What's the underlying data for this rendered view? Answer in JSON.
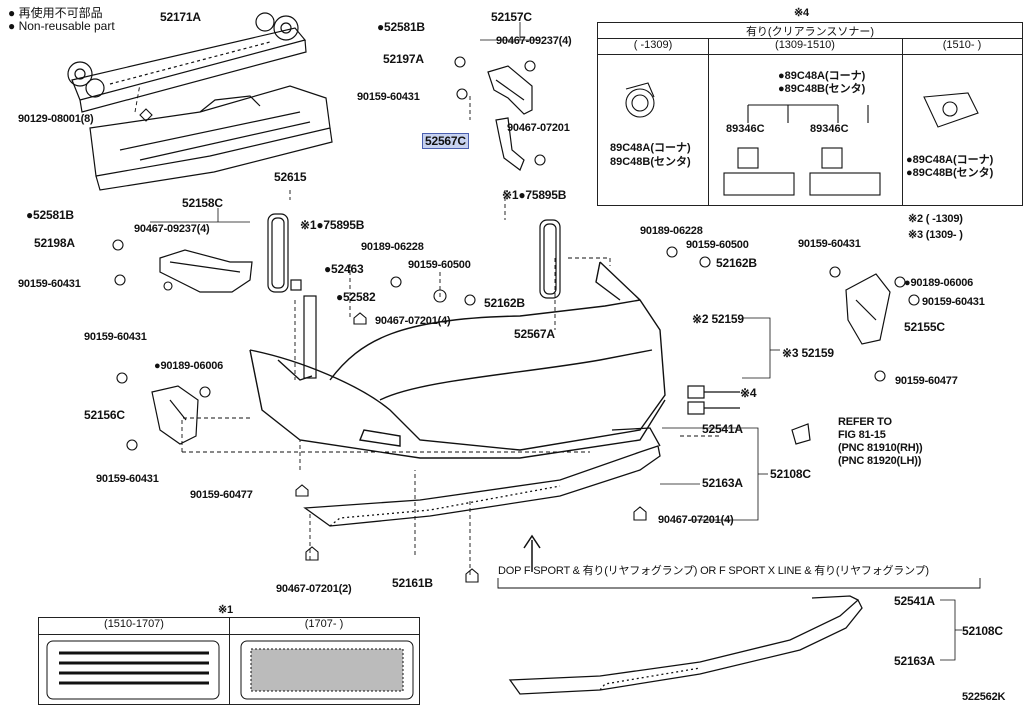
{
  "legend": {
    "non_reusable_jp": "再使用不可部品",
    "non_reusable_en": "Non-reusable part",
    "dot": "●"
  },
  "labels": {
    "p52171A": "52171A",
    "p90129": "90129-08001(8)",
    "p52615": "52615",
    "p52581B_top": "●52581B",
    "p52197A": "52197A",
    "p90159_a": "90159-60431",
    "p52157C": "52157C",
    "p90467_09237_top": "90467-09237(4)",
    "p52567C": "52567C",
    "p90467_07201_top": "90467-07201",
    "p75895B_top": "※1●75895B",
    "p52581B_left": "●52581B",
    "p52198A": "52198A",
    "p90159_b": "90159-60431",
    "p52158C": "52158C",
    "p90467_09237_left": "90467-09237(4)",
    "p75895B_mid": "※1●75895B",
    "p52463": "●52463",
    "p52582": "●52582",
    "p90189_mid": "90189-06228",
    "p90159_60500_mid": "90159-60500",
    "p52162B_mid": "52162B",
    "p90467_07201_mid": "90467-07201(4)",
    "p52567A": "52567A",
    "p90189_right": "90189-06228",
    "p90159_60500_right": "90159-60500",
    "p52162B_right": "52162B",
    "p52159_2": "※2 52159",
    "p52159_3": "※3 52159",
    "p4": "※4",
    "p90159_c": "90159-60431",
    "p90189_06006_right": "●90189-06006",
    "p90159_d": "90159-60431",
    "p52155C": "52155C",
    "p90159_60477_right": "90159-60477",
    "p90159_e": "90159-60431",
    "p90189_06006_left": "●90189-06006",
    "p52156C": "52156C",
    "p90159_f": "90159-60431",
    "p90159_60477_left": "90159-60477",
    "p90467_07201_bottom": "90467-07201(2)",
    "p52161B": "52161B",
    "p52541A": "52541A",
    "p52163A": "52163A",
    "p52108C": "52108C",
    "p90467_07201_4_bottom": "90467-07201(4)",
    "refer1": "REFER TO",
    "refer2": "FIG 81-15",
    "refer3": "(PNC 81910(RH))",
    "refer4": "(PNC 81920(LH))",
    "p52541A_b": "52541A",
    "p52108C_b": "52108C",
    "p52163A_b": "52163A",
    "note2": "※2 (     -1309)",
    "note3": "※3 (1309-     )",
    "fig_id": "522562K"
  },
  "sonar_table": {
    "mark": "※4",
    "header": "有り(クリアランスソナー)",
    "col1": "(     -1309)",
    "col2": "(1309-1510)",
    "col3": "(1510-     )",
    "c1_a": "89C48A(コーナ)",
    "c1_b": "89C48B(センタ)",
    "c2_a": "●89C48A(コーナ)",
    "c2_b": "●89C48B(センタ)",
    "c2_s1": "89346C",
    "c2_s2": "89346C",
    "c3_a": "●89C48A(コーナ)",
    "c3_b": "●89C48B(センタ)"
  },
  "mark1_table": {
    "mark": "※1",
    "col1": "(1510-1707)",
    "col2": "(1707-     )"
  },
  "dop_caption": "DOP  F SPORT & 有り(リヤフォグランプ) OR F SPORT X LINE & 有り(リヤフォグランプ)"
}
